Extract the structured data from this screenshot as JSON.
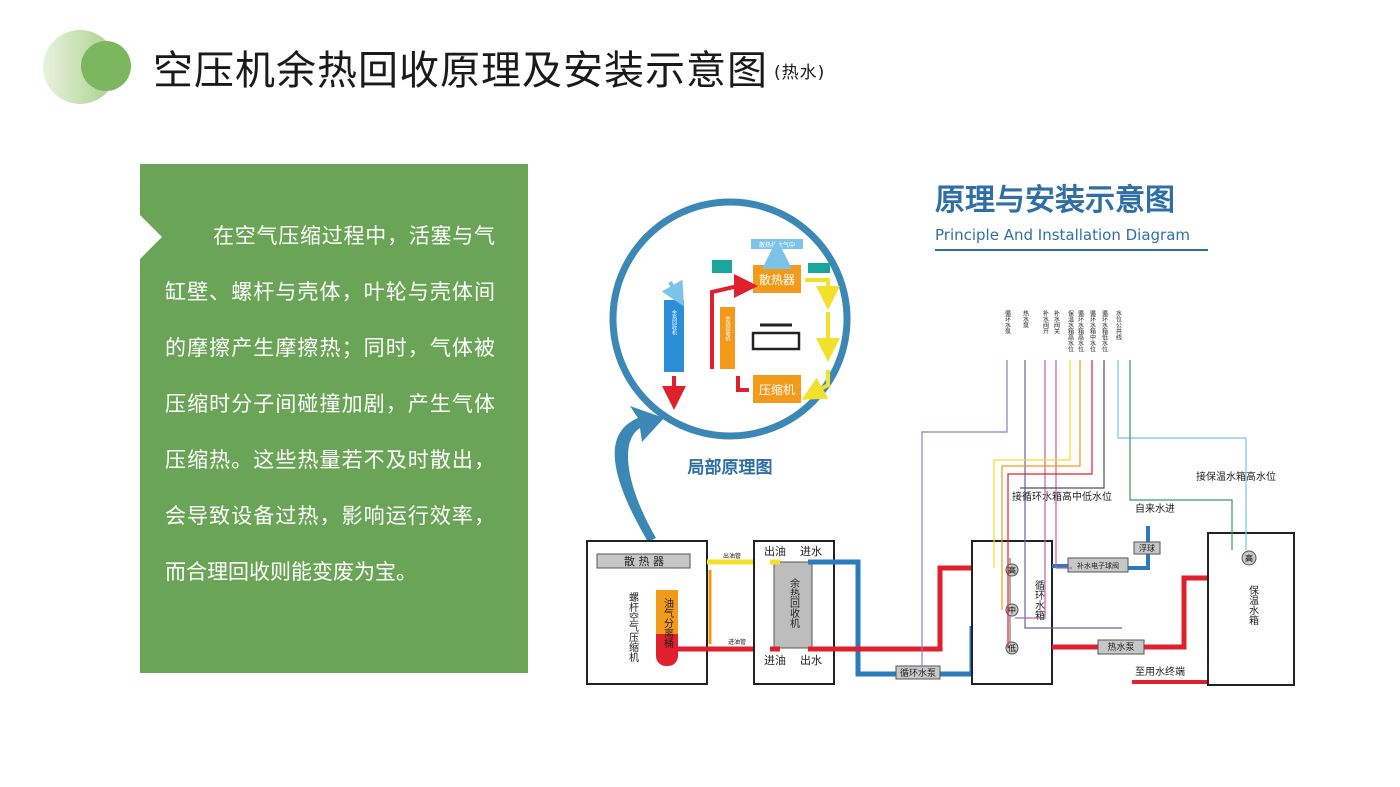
{
  "header": {
    "title": "空压机余热回收原理及安装示意图",
    "subtitle": "(热水)"
  },
  "panel": {
    "text": "在空气压缩过程中，活塞与气缸壁、螺杆与壳体，叶轮与壳体间的摩擦产生摩擦热；同时，气体被压缩时分子间碰撞加剧，产生气体压缩热。这些热量若不及时散出，会导致设备过热，影响运行效率，而合理回收则能变废为宝。"
  },
  "diagram": {
    "title_cn": "原理与安装示意图",
    "title_en": "Principle And Installation Diagram",
    "inset_caption": "局部原理图",
    "inset": {
      "top_label": "散热排大气中",
      "radiator": "散热器",
      "compressor": "压缩机",
      "unit_left": "余热回收机",
      "unit_mid": "余热回收机"
    },
    "compressor_box": {
      "radiator": "散 热 器",
      "body": "螺杆空气压缩机",
      "separator": "油气分离桶"
    },
    "pipe_labels": {
      "out_pipe": "出油管",
      "in_pipe": "进油管"
    },
    "recovery_box": {
      "oil_out": "出油",
      "water_in": "进水",
      "body": "余热回收机",
      "oil_in": "进油",
      "water_out": "出水"
    },
    "circ_pump": "循环水泵",
    "circ_tank": {
      "body": "循环水箱",
      "high": "高",
      "mid": "中",
      "low": "低"
    },
    "hot_pump": "热水泵",
    "valve": "补水电子球阀",
    "float_valve": "浮球",
    "tap_water": "自来水进",
    "to_circ_tank": "接循环水箱高中低水位",
    "to_insul_tank": "接保温水箱高水位",
    "insul_tank": {
      "body": "保温水箱",
      "high": "高"
    },
    "terminal": "至用水终端",
    "wire_labels": [
      "循环水泵",
      "热水泵",
      "补水阀开",
      "补水阀关",
      "保温水箱高水位",
      "循环水箱高水位",
      "循环水箱中水位",
      "循环水箱低水位",
      "水位公共线"
    ]
  },
  "colors": {
    "accent_green": "#6aa456",
    "title_blue": "#2f6fa6",
    "hot_red": "#e0202c",
    "cold_blue": "#2a7bbf",
    "oil_yellow": "#f2e02a"
  }
}
